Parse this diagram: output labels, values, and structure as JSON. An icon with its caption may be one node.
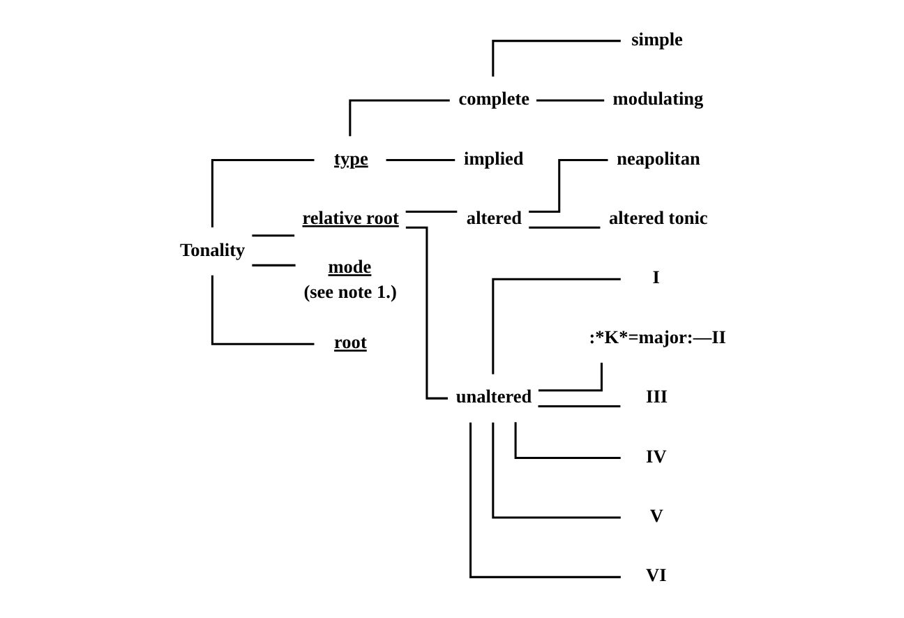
{
  "diagram": {
    "nodes": [
      {
        "text": [
          "Tonality"
        ]
      },
      {
        "text": [
          "type"
        ]
      },
      {
        "text": [
          "complete"
        ]
      },
      {
        "text": [
          "simple"
        ]
      },
      {
        "text": [
          "modulating"
        ]
      },
      {
        "text": [
          "implied"
        ]
      },
      {
        "text": [
          "relative root"
        ]
      },
      {
        "text": [
          "altered"
        ]
      },
      {
        "text": [
          "neapolitan"
        ]
      },
      {
        "text": [
          "altered tonic"
        ]
      },
      {
        "text": [
          "unaltered"
        ]
      },
      {
        "text": [
          "I"
        ]
      },
      {
        "text": [
          ":*K*=major:—II"
        ]
      },
      {
        "text": [
          "III"
        ]
      },
      {
        "text": [
          "IV"
        ]
      },
      {
        "text": [
          "V"
        ]
      },
      {
        "text": [
          "VI"
        ]
      },
      {
        "text": [
          "mode"
        ],
        "beside": [
          "(see note 1.)"
        ]
      },
      {
        "text": [
          "root"
        ]
      }
    ],
    "edges": [
      {
        "from": 0,
        "to": 1,
        "arrow": "none"
      },
      {
        "from": 0,
        "to": 6,
        "arrow": "none"
      },
      {
        "from": 0,
        "to": 17,
        "arrow": "none"
      },
      {
        "from": 0,
        "to": 18,
        "arrow": "none"
      },
      {
        "from": 1,
        "to": 2,
        "arrow": "none"
      },
      {
        "from": 1,
        "to": 5,
        "arrow": "none"
      },
      {
        "from": 2,
        "to": 3,
        "arrow": "none"
      },
      {
        "from": 2,
        "to": 4,
        "arrow": "none"
      },
      {
        "from": 6,
        "to": 7,
        "arrow": "none"
      },
      {
        "from": 6,
        "to": 10,
        "arrow": "none"
      },
      {
        "from": 7,
        "to": 8,
        "arrow": "none"
      },
      {
        "from": 7,
        "to": 9,
        "arrow": "none"
      },
      {
        "from": 10,
        "to": 11,
        "arrow": "none"
      },
      {
        "from": 10,
        "to": 12,
        "arrow": "none"
      },
      {
        "from": 10,
        "to": 13,
        "arrow": "none"
      },
      {
        "from": 10,
        "to": 14,
        "arrow": "none"
      },
      {
        "from": 10,
        "to": 15,
        "arrow": "none"
      },
      {
        "from": 10,
        "to": 16,
        "arrow": "none"
      }
    ]
  }
}
